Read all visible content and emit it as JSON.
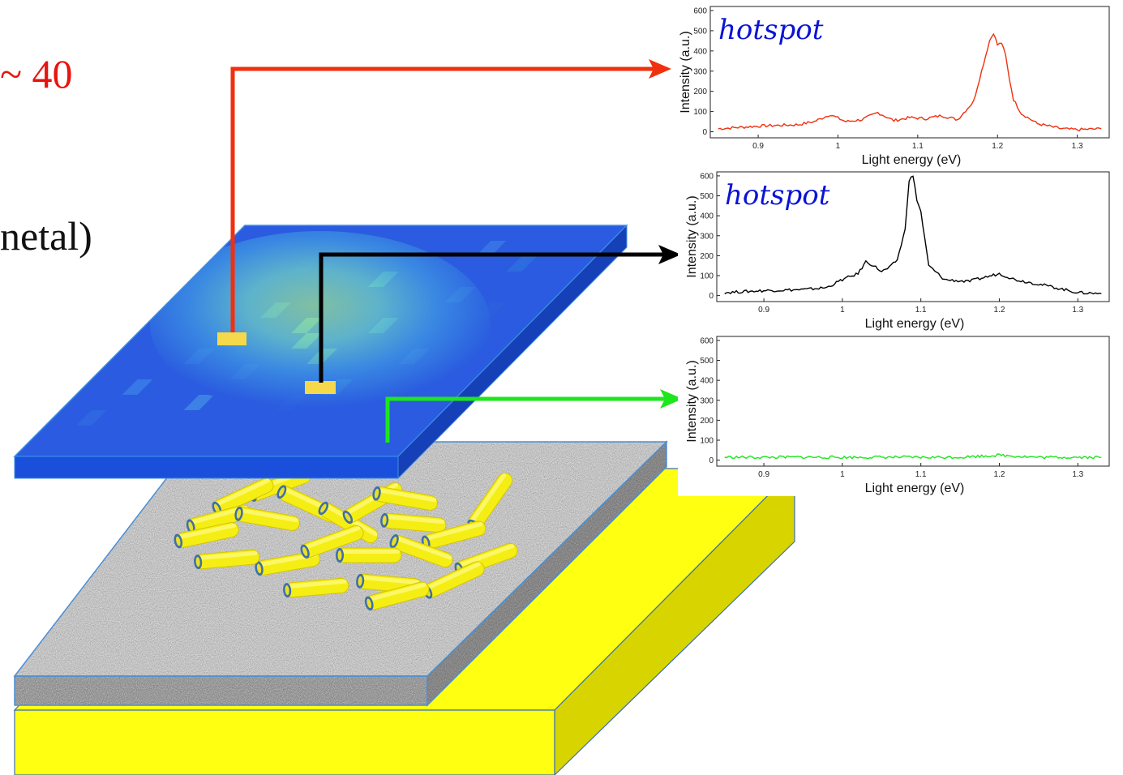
{
  "slide_text": {
    "top_fragment": "~ 40",
    "mid_fragment": "netal)"
  },
  "colors": {
    "red_path": "#f0300e",
    "black_path": "#000000",
    "green_path": "#1de61d",
    "substrate_yellow": "#ffff11",
    "map_blue": "#2a5be0",
    "hotspot_label": "#0a13d6"
  },
  "chart_data": [
    {
      "type": "line",
      "series": [
        {
          "color": "#f0300e",
          "x": [
            0.85,
            0.9,
            0.95,
            0.97,
            0.99,
            1.01,
            1.03,
            1.05,
            1.07,
            1.09,
            1.11,
            1.13,
            1.15,
            1.17,
            1.18,
            1.19,
            1.195,
            1.2,
            1.205,
            1.21,
            1.215,
            1.22,
            1.23,
            1.25,
            1.28,
            1.3,
            1.33
          ],
          "y": [
            15,
            28,
            35,
            50,
            85,
            50,
            60,
            95,
            55,
            70,
            65,
            80,
            60,
            150,
            300,
            450,
            490,
            430,
            440,
            380,
            260,
            160,
            90,
            40,
            15,
            10,
            15
          ]
        }
      ],
      "xlabel": "Light energy (eV)",
      "ylabel": "Intensity (a.u.)",
      "xticks": [
        "0.9",
        "1",
        "1.1",
        "1.2",
        "1.3"
      ],
      "yticks": [
        "0",
        "100",
        "200",
        "300",
        "400",
        "500",
        "600"
      ],
      "xlim": [
        0.84,
        1.34
      ],
      "ylim": [
        -30,
        620
      ],
      "annotation": "hotspot"
    },
    {
      "type": "line",
      "series": [
        {
          "color": "#000000",
          "x": [
            0.85,
            0.9,
            0.95,
            0.98,
            1.0,
            1.02,
            1.03,
            1.04,
            1.05,
            1.06,
            1.07,
            1.08,
            1.085,
            1.09,
            1.095,
            1.1,
            1.11,
            1.13,
            1.16,
            1.19,
            1.2,
            1.22,
            1.26,
            1.3,
            1.33
          ],
          "y": [
            15,
            25,
            30,
            40,
            80,
            110,
            170,
            150,
            120,
            140,
            180,
            330,
            580,
            600,
            480,
            420,
            150,
            80,
            70,
            100,
            110,
            80,
            50,
            15,
            10
          ]
        }
      ],
      "xlabel": "Light energy (eV)",
      "ylabel": "Intensity (a.u.)",
      "xticks": [
        "0.9",
        "1",
        "1.1",
        "1.2",
        "1.3"
      ],
      "yticks": [
        "0",
        "100",
        "200",
        "300",
        "400",
        "500",
        "600"
      ],
      "xlim": [
        0.84,
        1.34
      ],
      "ylim": [
        -30,
        620
      ],
      "annotation": "hotspot"
    },
    {
      "type": "line",
      "series": [
        {
          "color": "#1de61d",
          "x": [
            0.85,
            0.9,
            0.95,
            1.0,
            1.05,
            1.1,
            1.15,
            1.2,
            1.25,
            1.3,
            1.33
          ],
          "y": [
            15,
            14,
            15,
            14,
            15,
            14,
            15,
            25,
            14,
            15,
            14
          ]
        }
      ],
      "xlabel": "Light energy (eV)",
      "ylabel": "Intensity (a.u.)",
      "xticks": [
        "0.9",
        "1",
        "1.1",
        "1.2",
        "1.3"
      ],
      "yticks": [
        "0",
        "100",
        "200",
        "300",
        "400",
        "500",
        "600"
      ],
      "xlim": [
        0.84,
        1.34
      ],
      "ylim": [
        -30,
        620
      ]
    }
  ]
}
